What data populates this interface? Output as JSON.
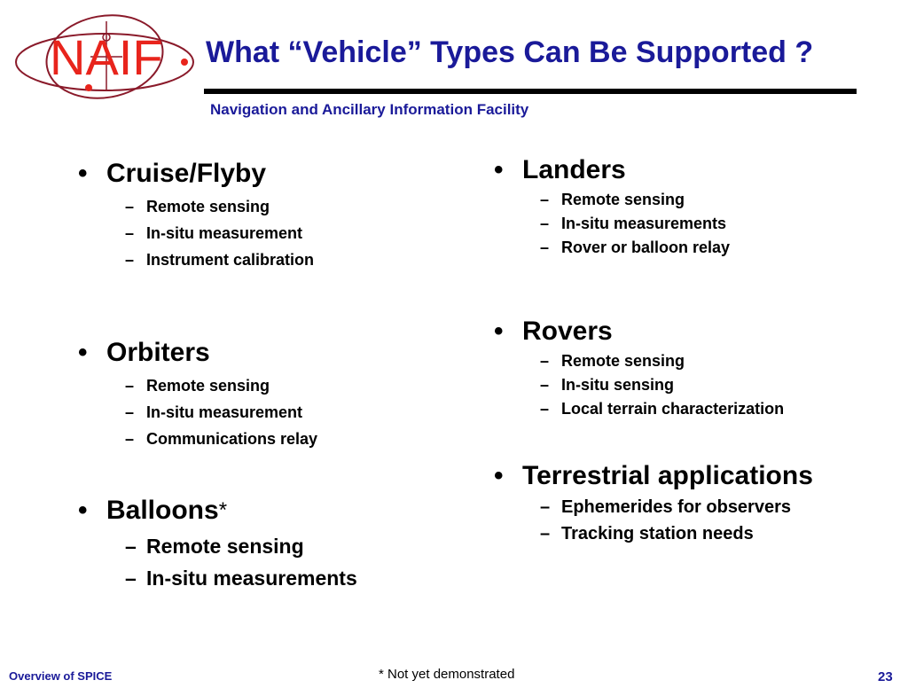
{
  "header": {
    "logo_text": "NAIF",
    "title": "What “Vehicle” Types Can Be Supported ?",
    "subtitle": "Navigation and Ancillary Information Facility"
  },
  "colors": {
    "title": "#1a1a99",
    "logo": "#e8241c",
    "orbit": "#8a1a2a"
  },
  "left": {
    "cruise": {
      "label": "Cruise/Flyby",
      "items": [
        "Remote sensing",
        "In-situ measurement",
        "Instrument calibration"
      ]
    },
    "orbiters": {
      "label": "Orbiters",
      "items": [
        "Remote sensing",
        "In-situ measurement",
        "Communications relay"
      ]
    },
    "balloons": {
      "label": "Balloons",
      "marker": "*",
      "items": [
        "Remote sensing",
        "In-situ measurements"
      ]
    }
  },
  "right": {
    "landers": {
      "label": "Landers",
      "items": [
        "Remote sensing",
        "In-situ measurements",
        "Rover or balloon relay"
      ]
    },
    "rovers": {
      "label": "Rovers",
      "items": [
        "Remote sensing",
        "In-situ sensing",
        "Local terrain characterization"
      ]
    },
    "terrestrial": {
      "label": "Terrestrial applications",
      "items": [
        "Ephemerides for observers",
        "Tracking station needs"
      ]
    }
  },
  "footer": {
    "note": "* Not yet demonstrated",
    "left": "Overview of SPICE",
    "page": "23"
  }
}
